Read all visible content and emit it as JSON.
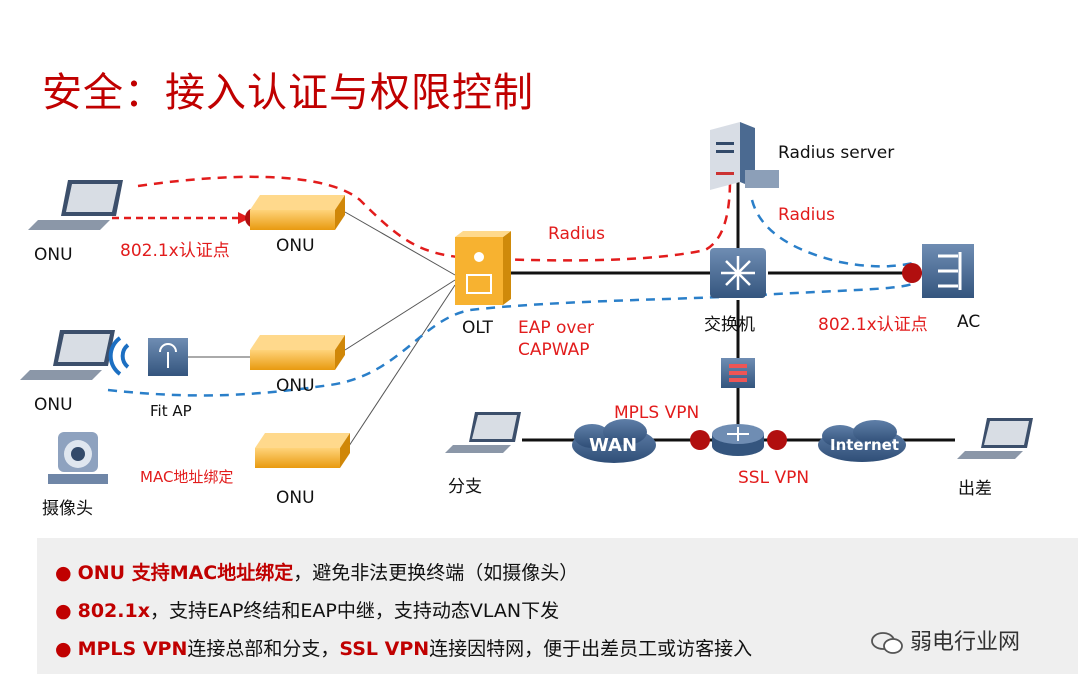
{
  "title": "安全：接入认证与权限控制",
  "labels": {
    "radius_server": "Radius server",
    "radius_left": "Radius",
    "radius_right": "Radius",
    "onu_top_laptop": "ONU",
    "onu_top_device": "ONU",
    "auth_8021x_left": "802.1x认证点",
    "olt": "OLT",
    "switch": "交换机",
    "auth_8021x_right": "802.1x认证点",
    "ac": "AC",
    "eap_over": "EAP over",
    "capwap": "CAPWAP",
    "onu_mid_laptop": "ONU",
    "onu_mid_device": "ONU",
    "fit_ap": "Fit AP",
    "mac_binding": "MAC地址绑定",
    "onu_bottom_device": "ONU",
    "camera": "摄像头",
    "mpls_vpn": "MPLS VPN",
    "wan": "WAN",
    "internet": "Internet",
    "ssl_vpn": "SSL VPN",
    "branch": "分支",
    "business_trip": "出差"
  },
  "bullets": [
    {
      "highlight": "ONU 支持MAC地址绑定",
      "text": "，避免非法更换终端（如摄像头）"
    },
    {
      "highlight": "802.1x",
      "text": "，支持EAP终结和EAP中继，支持动态VLAN下发"
    },
    {
      "highlight": "MPLS VPN",
      "text": "连接总部和分支，",
      "highlight2": "SSL VPN",
      "text2": "连接因特网，便于出差员工或访客接入"
    }
  ],
  "watermark": "弱电行业网",
  "colors": {
    "title": "#c00000",
    "red_dashed": "#e21c1c",
    "blue_dashed": "#2a7fc9",
    "onu_device": "#f2a81e",
    "network_blue": "#3b5b84"
  }
}
